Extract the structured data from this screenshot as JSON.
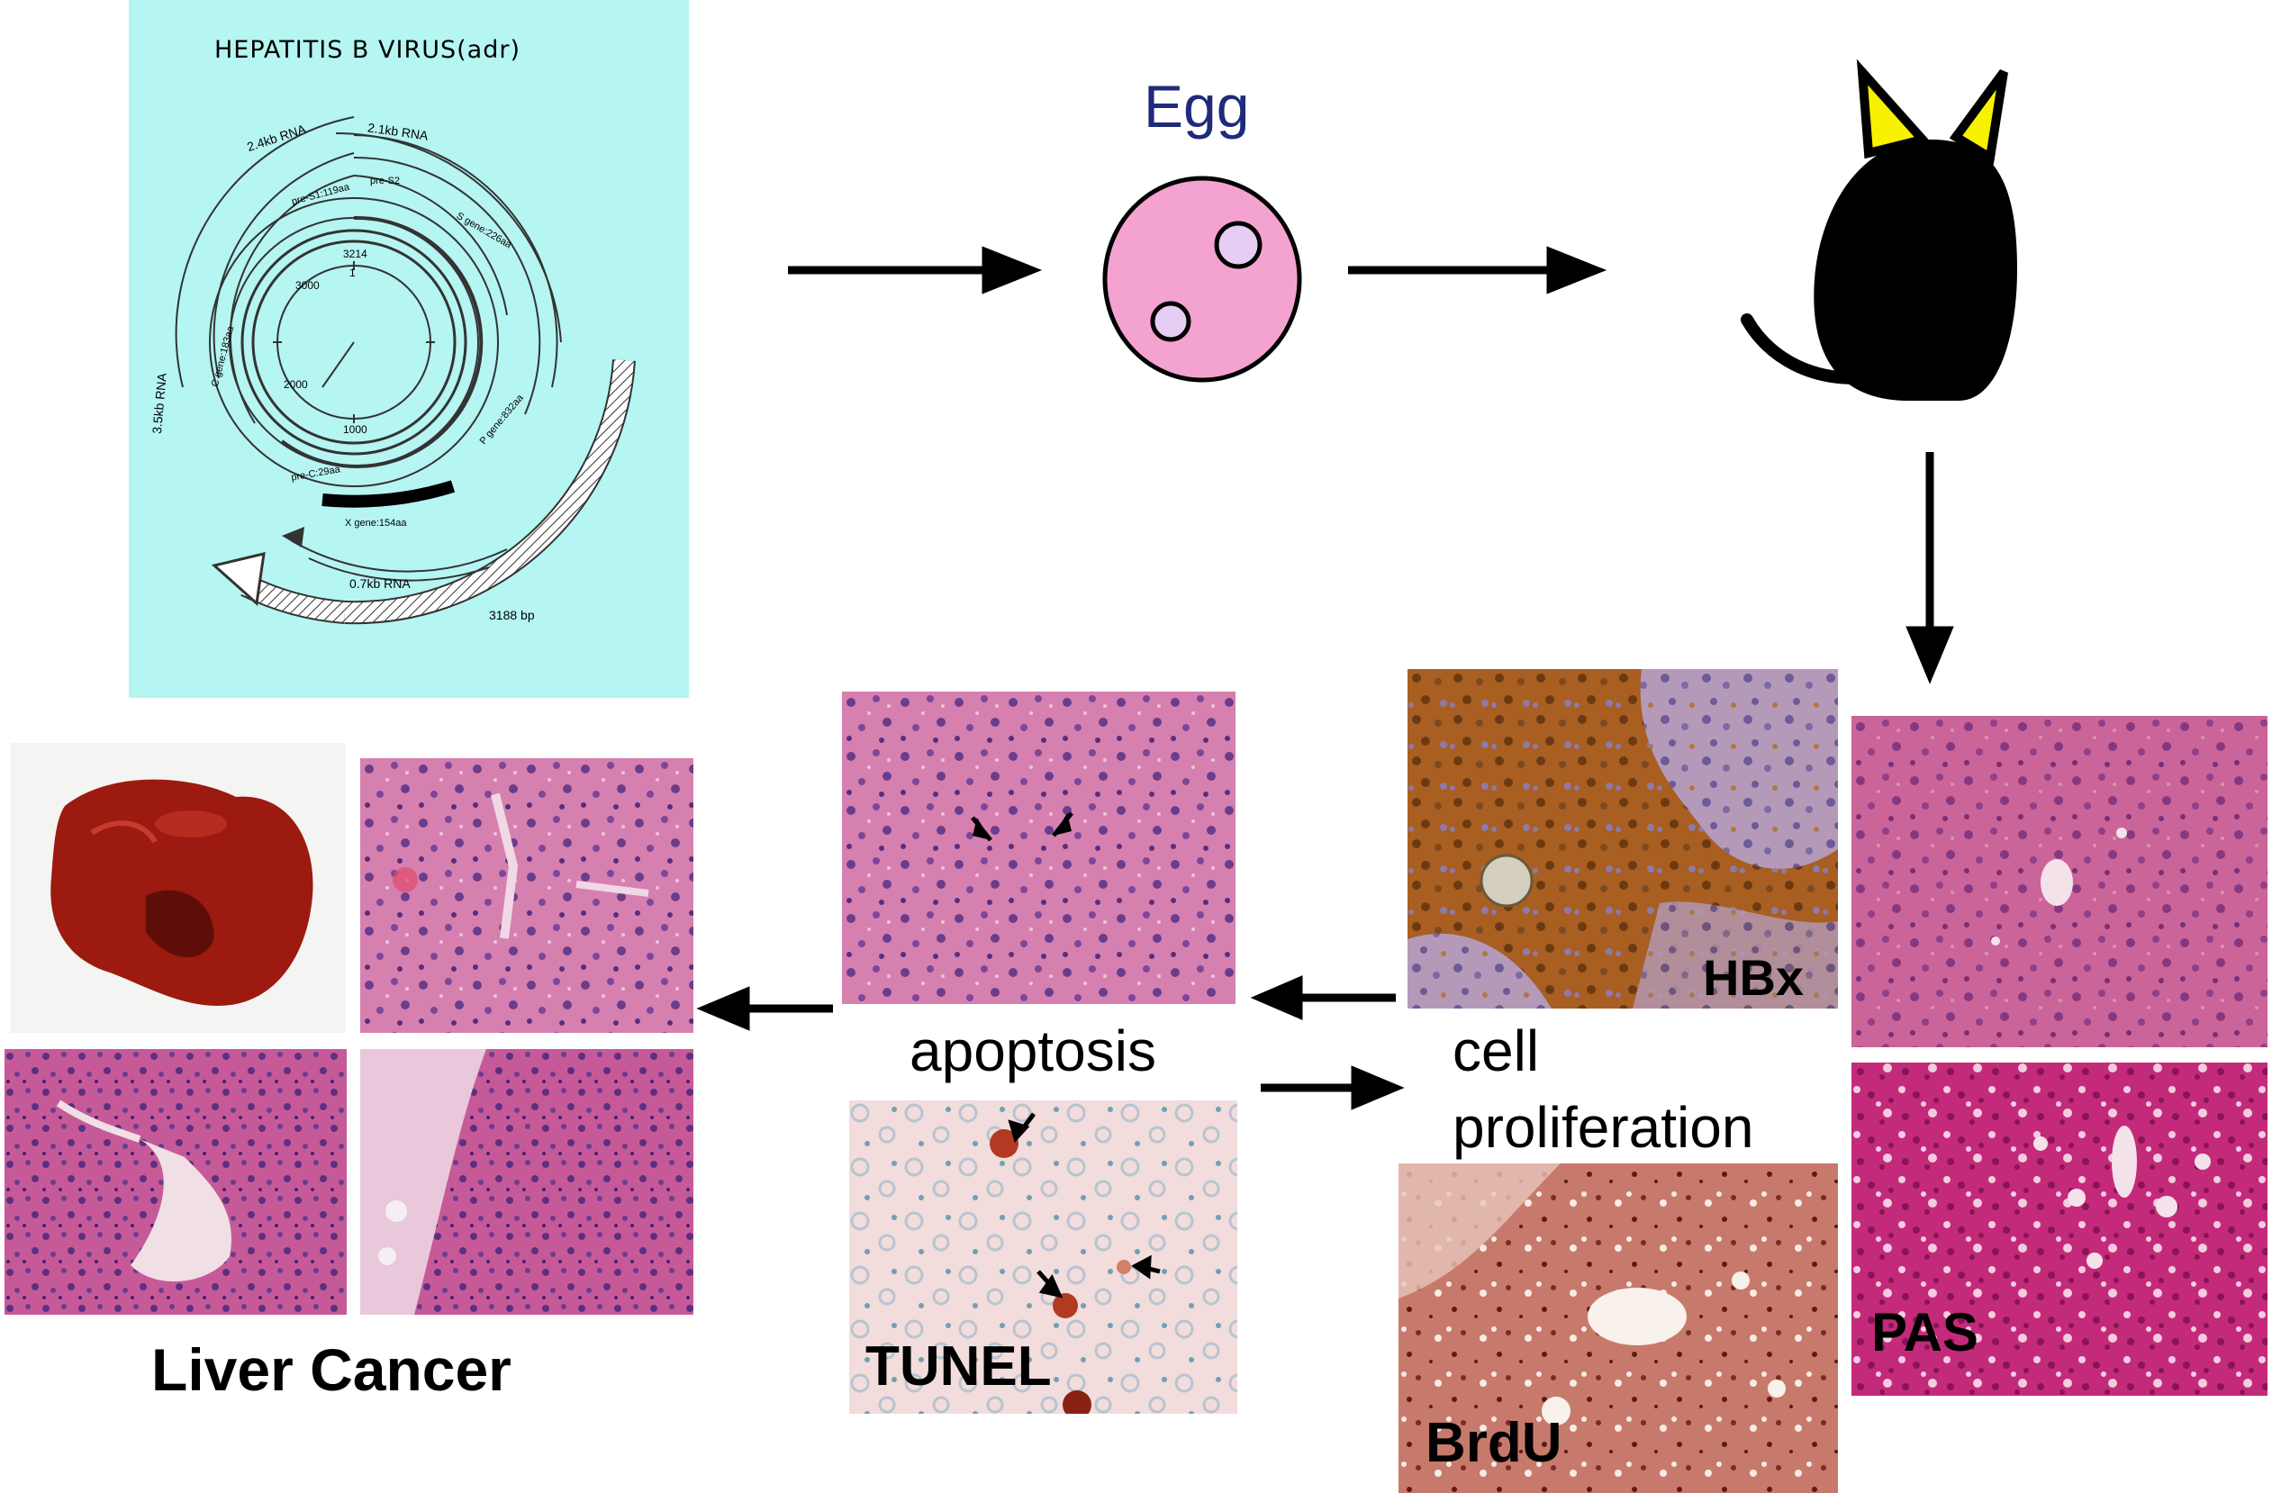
{
  "genome_map": {
    "title": "HEPATITIS B VIRUS(adr)",
    "rna_labels": [
      "2.4kb RNA",
      "2.1kb RNA",
      "3.5kb RNA",
      "0.7kb RNA"
    ],
    "gene_labels": [
      "pre-S1:119aa",
      "pre-S2",
      "S gene:226aa",
      "P gene:832aa",
      "C gene:183aa",
      "pre-C:29aa",
      "X gene:154aa"
    ],
    "position_labels": [
      "3214",
      "1",
      "1000",
      "2000",
      "3000"
    ],
    "length_label": "3188 bp"
  },
  "egg_label": "Egg",
  "apoptosis_label": "apoptosis",
  "cell_proliferation_label": [
    "cell",
    "proliferation"
  ],
  "stain_labels": {
    "hbx": "HBx",
    "pas": "PAS",
    "tunel": "TUNEL",
    "brdu": "BrdU"
  },
  "liver_cancer_label": "Liver Cancer",
  "colors": {
    "genome_panel_bg": "#b5f5f2",
    "egg_fill": "#f4a3d0",
    "nucleus_fill": "#e6cdf3",
    "egg_label": "#1f2a7a",
    "mouse_body": "#000000",
    "mouse_ears": "#f7f200",
    "he_stain": "#c8689e",
    "pas_stain": "#c02074",
    "hbx_stain": "#a05a1e",
    "tunel_bg": "#f0d8d8",
    "brdu_bg": "#c87a6e",
    "liver_organ": "#9c1a10"
  }
}
